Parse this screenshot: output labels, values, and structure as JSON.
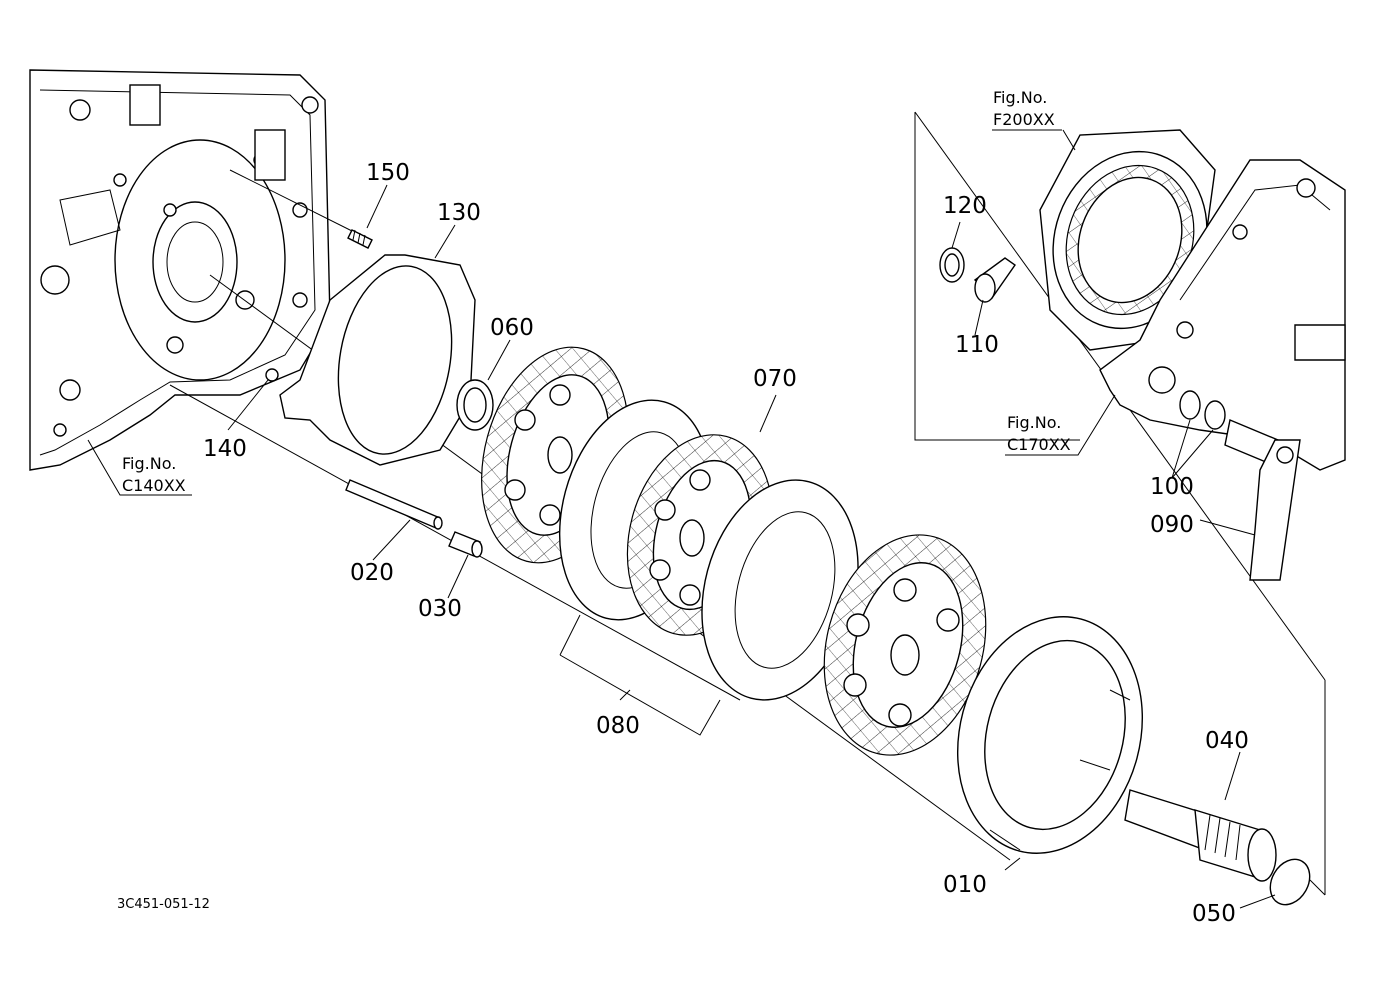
{
  "parts": [
    {
      "id": "callout-010",
      "label": "010"
    },
    {
      "id": "callout-020",
      "label": "020"
    },
    {
      "id": "callout-030",
      "label": "030"
    },
    {
      "id": "callout-040",
      "label": "040"
    },
    {
      "id": "callout-050",
      "label": "050"
    },
    {
      "id": "callout-060",
      "label": "060"
    },
    {
      "id": "callout-070",
      "label": "070"
    },
    {
      "id": "callout-080",
      "label": "080"
    },
    {
      "id": "callout-090",
      "label": "090"
    },
    {
      "id": "callout-100",
      "label": "100"
    },
    {
      "id": "callout-110",
      "label": "110"
    },
    {
      "id": "callout-120",
      "label": "120"
    },
    {
      "id": "callout-130",
      "label": "130"
    },
    {
      "id": "callout-140",
      "label": "140"
    },
    {
      "id": "callout-150",
      "label": "150"
    }
  ],
  "figure_refs": [
    {
      "id": "fig-ref-c140",
      "line1": "Fig.No.",
      "line2": "C140XX"
    },
    {
      "id": "fig-ref-f200",
      "line1": "Fig.No.",
      "line2": "F200XX"
    },
    {
      "id": "fig-ref-c170",
      "line1": "Fig.No.",
      "line2": "C170XX"
    }
  ],
  "drawing_code": "3C451-051-12"
}
